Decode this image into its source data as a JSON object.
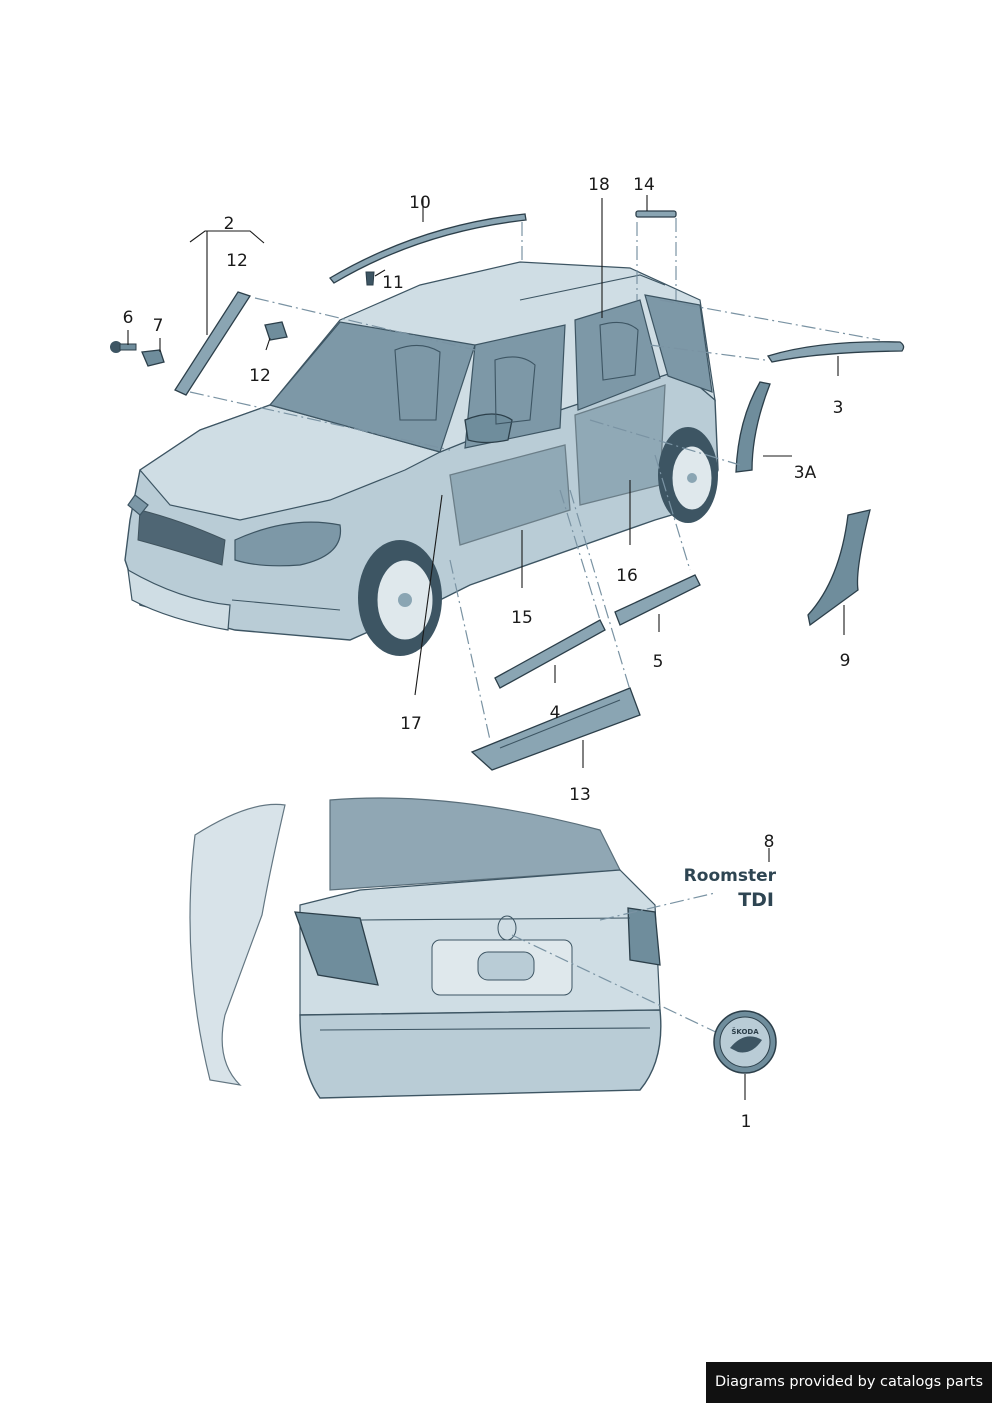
{
  "callouts": {
    "c1": "1",
    "c2": "2",
    "c3": "3",
    "c3a": "3A",
    "c4": "4",
    "c5": "5",
    "c6": "6",
    "c7": "7",
    "c8": "8",
    "c9": "9",
    "c10": "10",
    "c11": "11",
    "c12a": "12",
    "c12b": "12",
    "c13": "13",
    "c14": "14",
    "c15": "15",
    "c16": "16",
    "c17": "17",
    "c18": "18"
  },
  "badge": {
    "line1": "Roomster",
    "line2": "TDI"
  },
  "emblem_text": "ŠKODA",
  "footer": "Diagrams provided by catalogs parts",
  "colors": {
    "body": "#b9ccd6",
    "glass": "#7d98a7",
    "outline": "#3d5563",
    "footer_bg": "#111111"
  }
}
